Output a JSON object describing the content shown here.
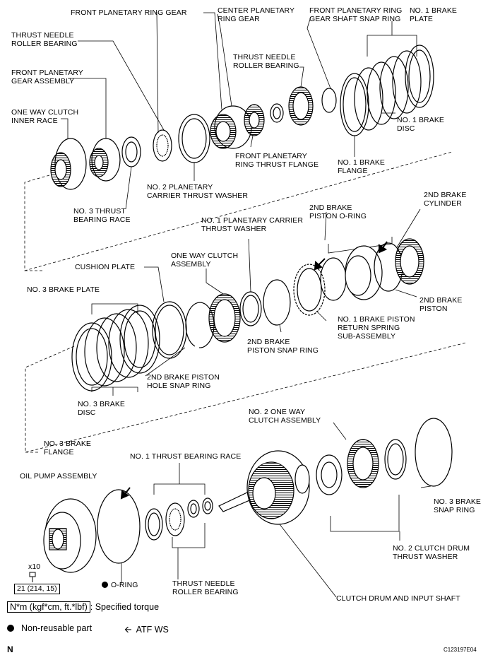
{
  "labels": {
    "front_planetary_ring_gear": [
      "FRONT PLANETARY RING GEAR"
    ],
    "center_planetary_ring_gear": [
      "CENTER PLANETARY",
      "RING GEAR"
    ],
    "front_planetary_ring_gear_shaft_snap_ring": [
      "FRONT PLANETARY RING",
      "GEAR SHAFT SNAP RING"
    ],
    "no1_brake_plate": [
      "NO. 1 BRAKE",
      "PLATE"
    ],
    "thrust_needle_roller_bearing_1": [
      "THRUST NEEDLE",
      "ROLLER BEARING"
    ],
    "thrust_needle_roller_bearing_2": [
      "THRUST NEEDLE",
      "ROLLER BEARING"
    ],
    "front_planetary_gear_assembly": [
      "FRONT PLANETARY",
      "GEAR ASSEMBLY"
    ],
    "one_way_clutch_inner_race": [
      "ONE WAY CLUTCH",
      "INNER RACE"
    ],
    "no1_brake_disc": [
      "NO. 1 BRAKE",
      "DISC"
    ],
    "front_planetary_ring_thrust_flange": [
      "FRONT PLANETARY",
      "RING THRUST FLANGE"
    ],
    "no1_brake_flange": [
      "NO. 1 BRAKE",
      "FLANGE"
    ],
    "no2_planetary_carrier_thrust_washer": [
      "NO. 2 PLANETARY",
      "CARRIER THRUST WASHER"
    ],
    "no3_thrust_bearing_race": [
      "NO. 3 THRUST",
      "BEARING RACE"
    ],
    "no1_planetary_carrier_thrust_washer": [
      "NO. 1 PLANETARY CARRIER",
      "THRUST WASHER"
    ],
    "second_brake_piston_o_ring": [
      "2ND BRAKE",
      "PISTON O-RING"
    ],
    "second_brake_cylinder": [
      "2ND BRAKE",
      "CYLINDER"
    ],
    "cushion_plate": [
      "CUSHION PLATE"
    ],
    "one_way_clutch_assembly": [
      "ONE WAY CLUTCH",
      "ASSEMBLY"
    ],
    "no3_brake_plate": [
      "NO. 3 BRAKE PLATE"
    ],
    "second_brake_piston": [
      "2ND BRAKE",
      "PISTON"
    ],
    "no1_brake_piston_return_spring": [
      "NO. 1 BRAKE PISTON",
      "RETURN SPRING",
      "SUB-ASSEMBLY"
    ],
    "second_brake_piston_snap_ring": [
      "2ND BRAKE",
      "PISTON SNAP RING"
    ],
    "second_brake_piston_hole_snap_ring": [
      "2ND BRAKE PISTON",
      "HOLE SNAP RING"
    ],
    "no3_brake_disc": [
      "NO. 3 BRAKE",
      "DISC"
    ],
    "no3_brake_flange": [
      "NO. 3 BRAKE",
      "FLANGE"
    ],
    "no2_one_way_clutch_assembly": [
      "NO. 2 ONE WAY",
      "CLUTCH ASSEMBLY"
    ],
    "no1_thrust_bearing_race": [
      "NO. 1 THRUST BEARING RACE"
    ],
    "oil_pump_assembly": [
      "OIL PUMP ASSEMBLY"
    ],
    "no3_brake_snap_ring": [
      "NO. 3 BRAKE",
      "SNAP RING"
    ],
    "no2_clutch_drum_thrust_washer": [
      "NO. 2 CLUTCH DRUM",
      "THRUST  WASHER"
    ],
    "thrust_needle_roller_bearing_3": [
      "THRUST NEEDLE",
      "ROLLER BEARING"
    ],
    "o_ring": [
      "O-RING"
    ],
    "clutch_drum_and_input_shaft": [
      "CLUTCH DRUM AND INPUT SHAFT"
    ]
  },
  "bolt_count": "x10",
  "torque_value": "21 (214, 15)",
  "legend": {
    "torque_unit": "N*m (kgf*cm, ft.*lbf)",
    "torque_text": ": Specified torque",
    "non_reusable_text": "Non-reusable part",
    "atf_text": "ATF WS"
  },
  "corner_letter": "N",
  "figure_id": "C123197E04",
  "colors": {
    "ink": "#000000",
    "background": "#ffffff"
  }
}
